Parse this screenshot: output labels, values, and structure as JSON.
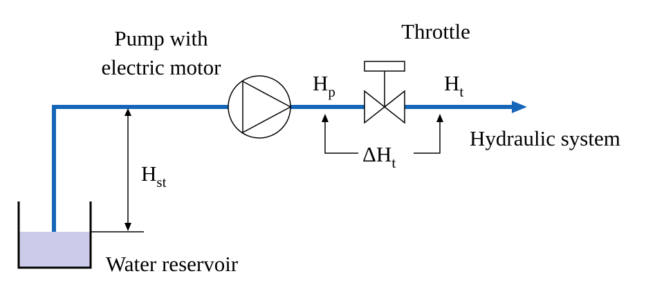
{
  "labels": {
    "pump_line1": "Pump with",
    "pump_line2": "electric  motor",
    "throttle": "Throttle",
    "hydraulic_system": "Hydraulic  system",
    "water_reservoir": "Water reservoir"
  },
  "symbols": {
    "hp_main": "H",
    "hp_sub": "p",
    "ht_main": "H",
    "ht_sub": "t",
    "delta_ht_main": "ΔH",
    "delta_ht_sub": "t",
    "hst_main": "H",
    "hst_sub": "st"
  },
  "colors": {
    "pipe": "#1566b8",
    "water": "#ccccea"
  }
}
